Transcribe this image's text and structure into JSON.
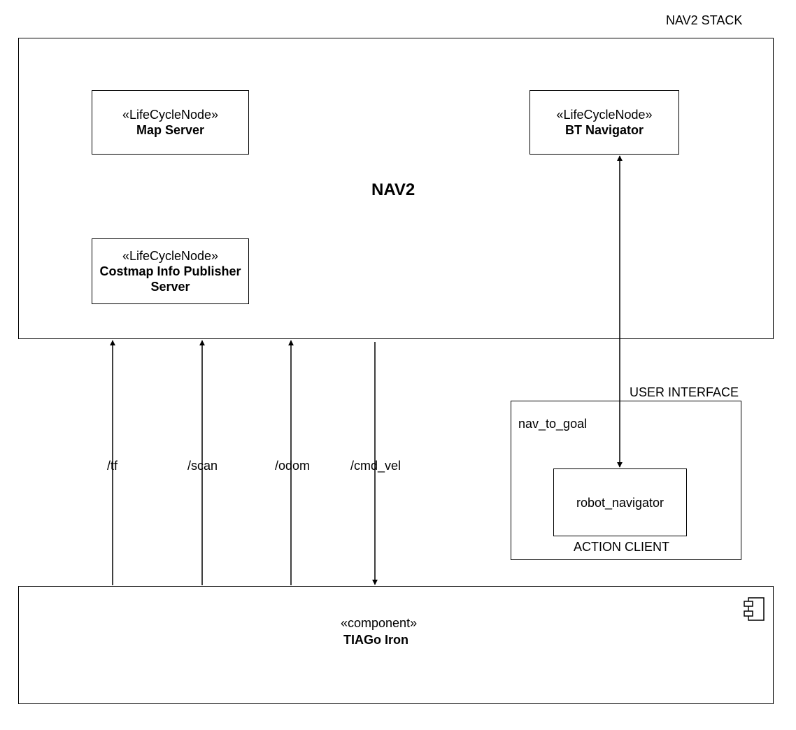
{
  "stack_label": "NAV2 STACK",
  "nav2": {
    "title": "NAV2",
    "map_server": {
      "stereotype": "«LifeCycleNode»",
      "name": "Map Server"
    },
    "costmap": {
      "stereotype": "«LifeCycleNode»",
      "name_line1": "Costmap Info Publisher",
      "name_line2": "Server"
    },
    "bt_navigator": {
      "stereotype": "«LifeCycleNode»",
      "name": "BT Navigator"
    }
  },
  "topics": {
    "tf": "/tf",
    "scan": "/scan",
    "odom": "/odom",
    "cmd_vel": "/cmd_vel"
  },
  "user_interface": {
    "label": "USER INTERFACE",
    "package": "nav_to_goal",
    "node": "robot_navigator",
    "role": "ACTION CLIENT"
  },
  "robot": {
    "stereotype": "«component»",
    "name": "TIAGo Iron",
    "icon": "component-icon"
  }
}
